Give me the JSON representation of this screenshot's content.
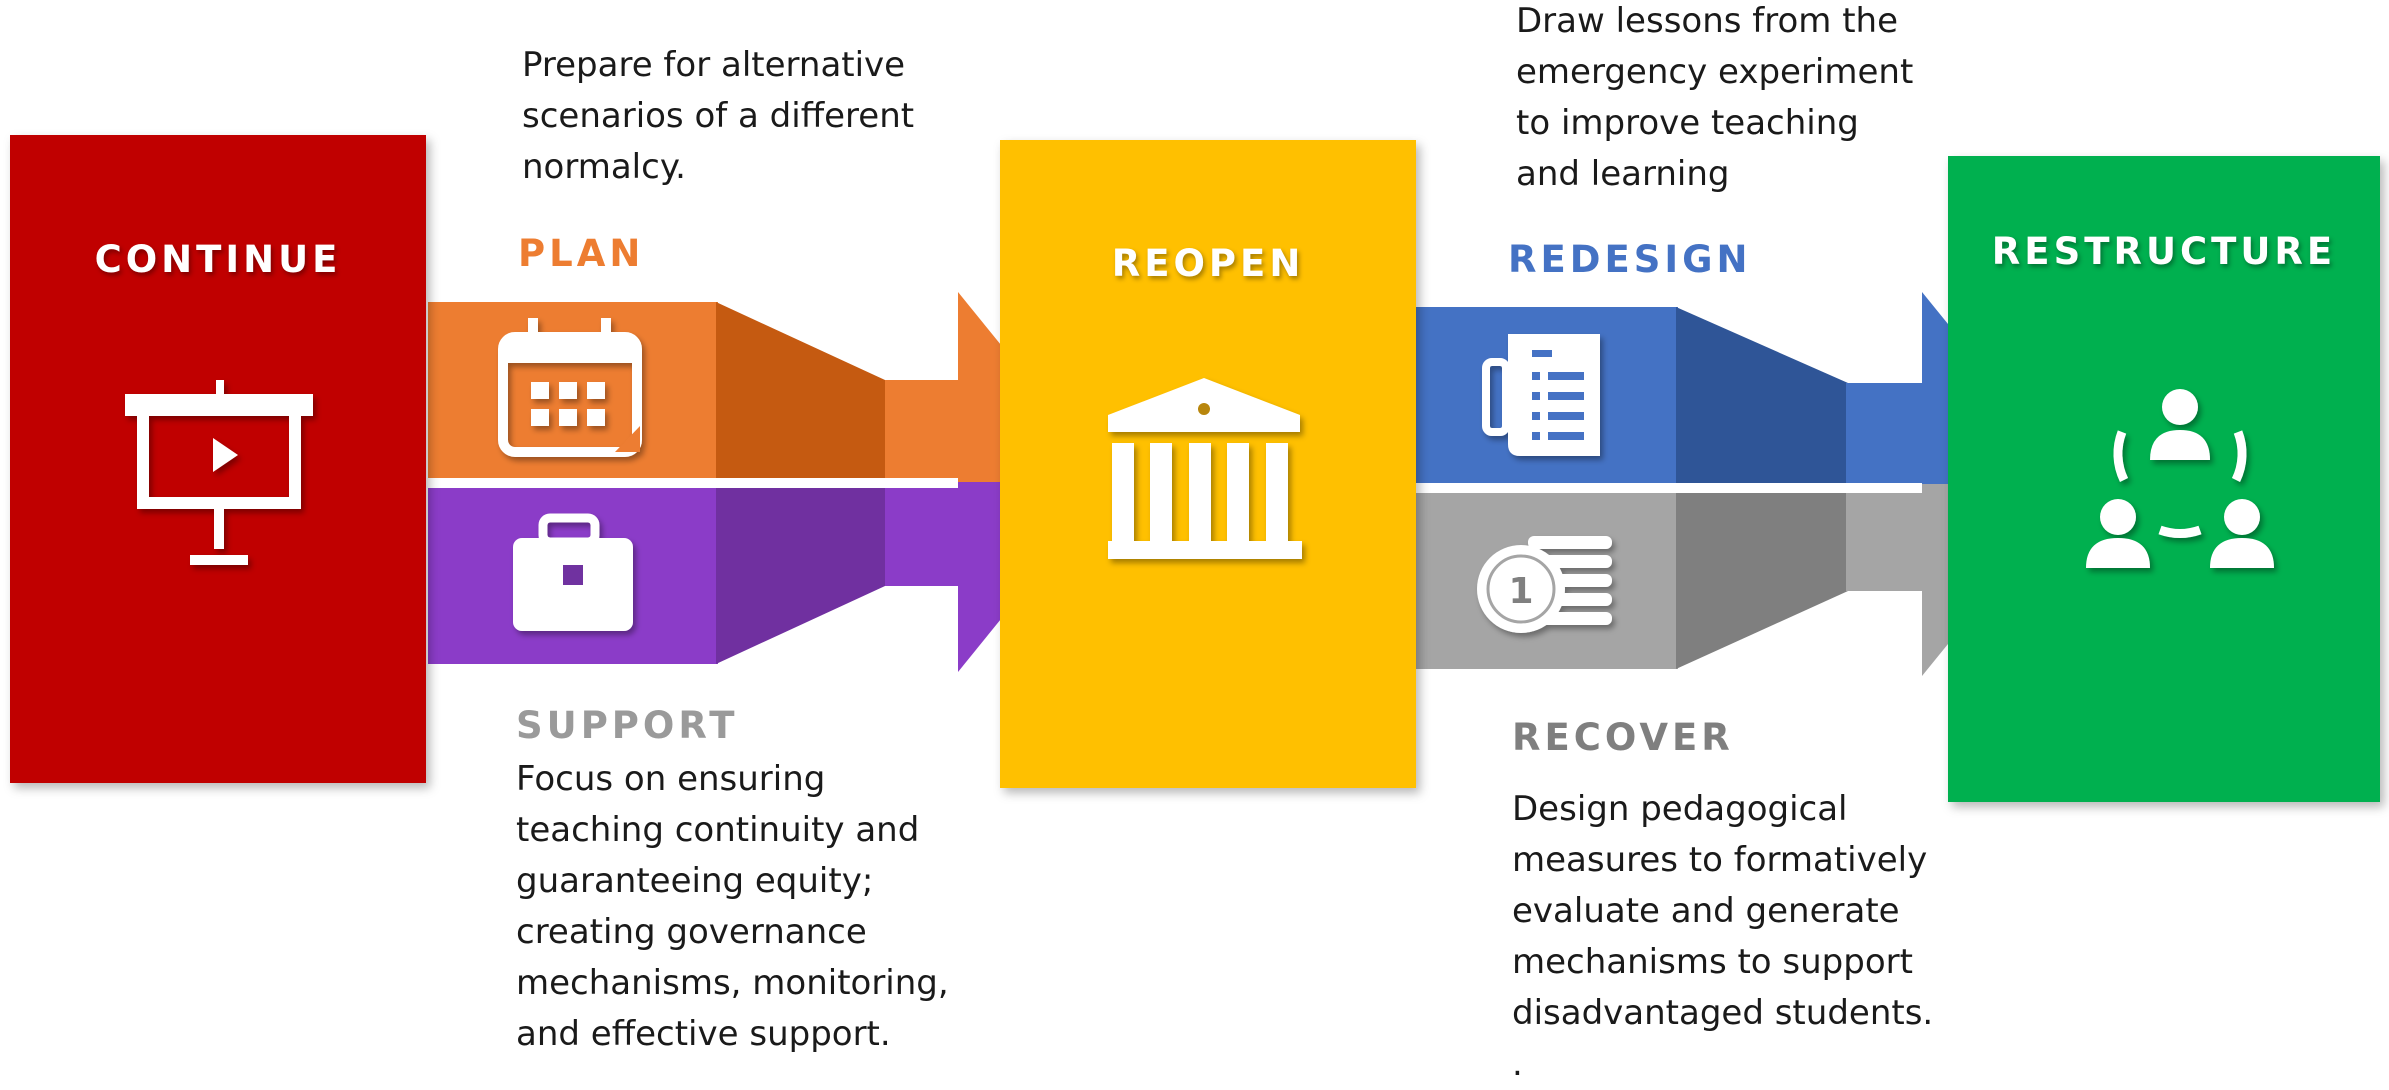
{
  "stages": {
    "continue": {
      "title": "CONTINUE",
      "color": "#C00000",
      "icon": "presentation-board-icon"
    },
    "reopen": {
      "title": "REOPEN",
      "color": "#FFC000",
      "icon": "institution-building-icon"
    },
    "restructure": {
      "title": "RESTRUCTURE",
      "color": "#00B050",
      "icon": "team-cycle-icon"
    }
  },
  "branches": {
    "plan": {
      "title": "PLAN",
      "color": "#ED7D31",
      "icon": "calendar-icon",
      "description": "Prepare for alternative\nscenarios of a different\nnormalcy."
    },
    "support": {
      "title": "SUPPORT",
      "color": "#9A9A9A",
      "bar_color": "#8B3CC8",
      "icon": "briefcase-icon",
      "description": "Focus on ensuring\nteaching continuity and\nguaranteeing equity;\ncreating governance\nmechanisms, monitoring,\nand effective support."
    },
    "redesign": {
      "title": "REDESIGN",
      "color": "#4472C4",
      "icon": "document-list-icon",
      "description": "Draw lessons from the\nemergency experiment\nto improve teaching\nand learning"
    },
    "recover": {
      "title": "RECOVER",
      "color": "#7F7F7F",
      "bar_color": "#A5A5A5",
      "icon": "coins-icon",
      "description": "Design pedagogical\nmeasures to formatively\nevaluate and generate\nmechanisms to support\ndisadvantaged students. ."
    }
  }
}
